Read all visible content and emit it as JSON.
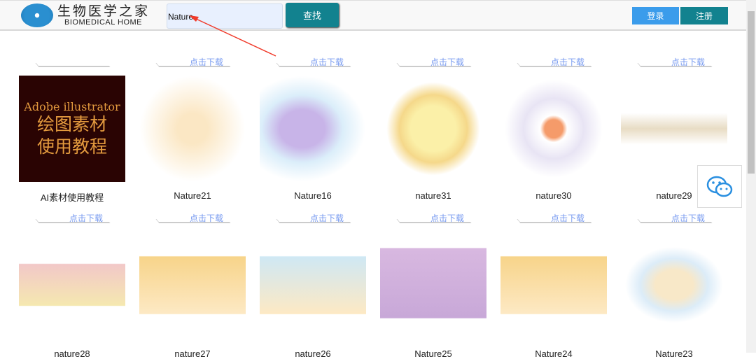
{
  "header": {
    "logo_cn": "生物医学之家",
    "logo_en": "BIOMEDICAL HOME",
    "search_value": "Nature",
    "search_button": "查找",
    "login": "登录",
    "register": "注册"
  },
  "download_label": "点击下载",
  "ai_card": {
    "line1": "Adobe illustrator",
    "line2": "绘图素材",
    "line3": "使用教程"
  },
  "rows": [
    [
      {
        "title": "AI素材使用教程"
      },
      {
        "title": "Nature21"
      },
      {
        "title": "Nature16"
      },
      {
        "title": "nature31"
      },
      {
        "title": "nature30"
      },
      {
        "title": "nature29"
      }
    ],
    [
      {
        "title": "nature28"
      },
      {
        "title": "nature27"
      },
      {
        "title": "nature26"
      },
      {
        "title": "Nature25"
      },
      {
        "title": "Nature24"
      },
      {
        "title": "Nature23"
      }
    ]
  ],
  "colors": {
    "teal": "#12828f",
    "blue": "#3b9ceb",
    "link": "#7a9cf0"
  }
}
